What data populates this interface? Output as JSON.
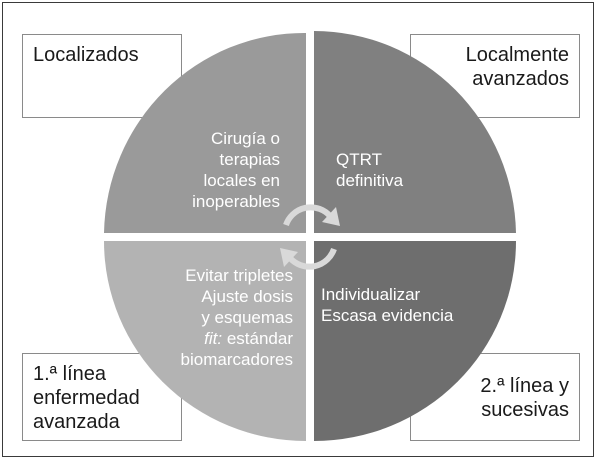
{
  "corners": {
    "top_left": [
      "Localizados"
    ],
    "top_right": [
      "Localmente",
      "avanzados"
    ],
    "bottom_left": [
      "1.ª línea",
      "enfermedad",
      "avanzada"
    ],
    "bottom_right": [
      "2.ª línea y",
      "sucesivas"
    ]
  },
  "quadrants": {
    "top_left": [
      "Cirugía o",
      "terapias",
      "locales en",
      "inoperables"
    ],
    "top_right": [
      "QTRT",
      "definitiva"
    ],
    "bottom_left_lines": [
      "Evitar tripletes",
      "Ajuste dosis",
      "y esquemas"
    ],
    "bottom_left_fit_italic": "fit:",
    "bottom_left_fit_rest": " estándar",
    "bottom_left_last": "biomarcadores",
    "bottom_right": [
      "Individualizar",
      "Escasa evidencia"
    ]
  },
  "colors": {
    "q_top_left": "#9a9a9a",
    "q_top_right": "#808080",
    "q_bottom_left": "#b3b3b3",
    "q_bottom_right": "#6e6e6e",
    "center_icon": "#d9d9d9"
  },
  "icons": {
    "center": "cycle-arrows-icon"
  }
}
